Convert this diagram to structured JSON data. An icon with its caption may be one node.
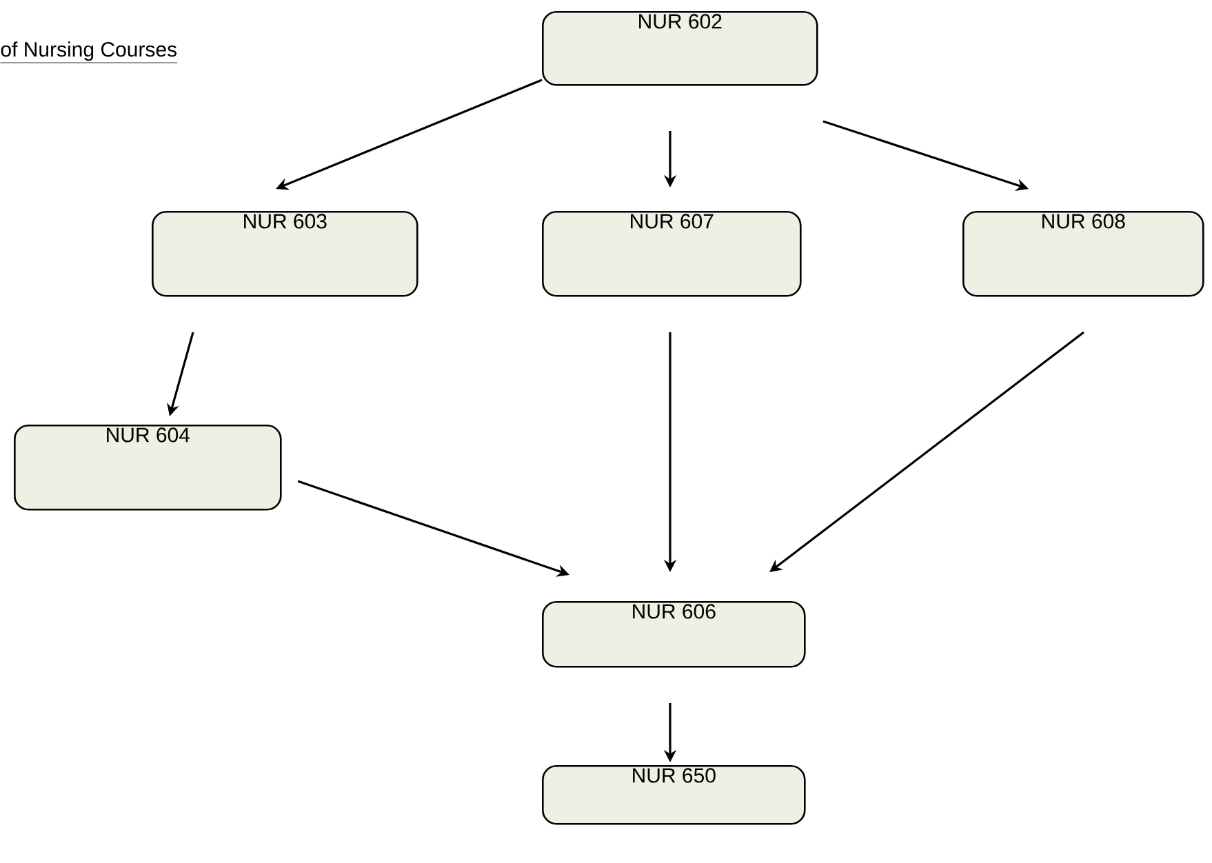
{
  "diagram": {
    "title": "of Nursing Courses",
    "nodes": [
      {
        "text": [
          "NUR 602"
        ]
      },
      {
        "text": [
          "NUR 603"
        ]
      },
      {
        "text": [
          "NUR 607"
        ]
      },
      {
        "text": [
          "NUR 608"
        ]
      },
      {
        "text": [
          "NUR 604"
        ]
      },
      {
        "text": [
          "NUR 606"
        ]
      },
      {
        "text": [
          "NUR 650"
        ]
      }
    ],
    "edges": [
      {
        "from": 0,
        "to": 1,
        "arrow": "to"
      },
      {
        "from": 0,
        "to": 2,
        "arrow": "to"
      },
      {
        "from": 0,
        "to": 3,
        "arrow": "to"
      },
      {
        "from": 1,
        "to": 4,
        "arrow": "to"
      },
      {
        "from": 2,
        "to": 5,
        "arrow": "to"
      },
      {
        "from": 3,
        "to": 5,
        "arrow": "to"
      },
      {
        "from": 4,
        "to": 5,
        "arrow": "to"
      },
      {
        "from": 5,
        "to": 6,
        "arrow": "to"
      }
    ]
  }
}
